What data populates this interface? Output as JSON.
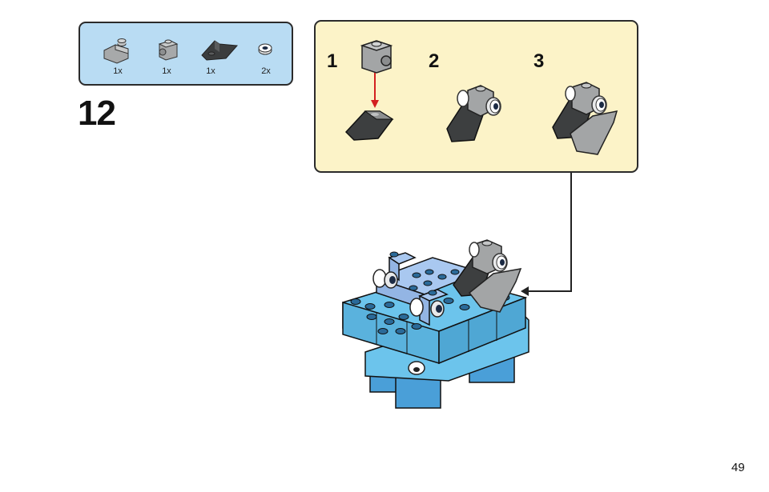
{
  "parts_list": {
    "items": [
      {
        "name": "light-gray-slope-icon",
        "qty": "1x"
      },
      {
        "name": "light-gray-brick-side-stud-icon",
        "qty": "1x"
      },
      {
        "name": "dark-gray-slope-icon",
        "qty": "1x"
      },
      {
        "name": "white-eye-tile-icon",
        "qty": "2x"
      }
    ]
  },
  "step": {
    "number": "12"
  },
  "substeps": {
    "labels": [
      "1",
      "2",
      "3"
    ]
  },
  "page": {
    "number": "49"
  },
  "colors": {
    "parts_box_bg": "#b9dcf3",
    "substep_box_bg": "#fcf3c8",
    "arrow_red": "#d32020",
    "brick_blue": "#5bb7e6",
    "brick_light_blue": "#a9c8f0",
    "gray": "#a3a5a6",
    "dark_gray": "#3d3f40"
  }
}
